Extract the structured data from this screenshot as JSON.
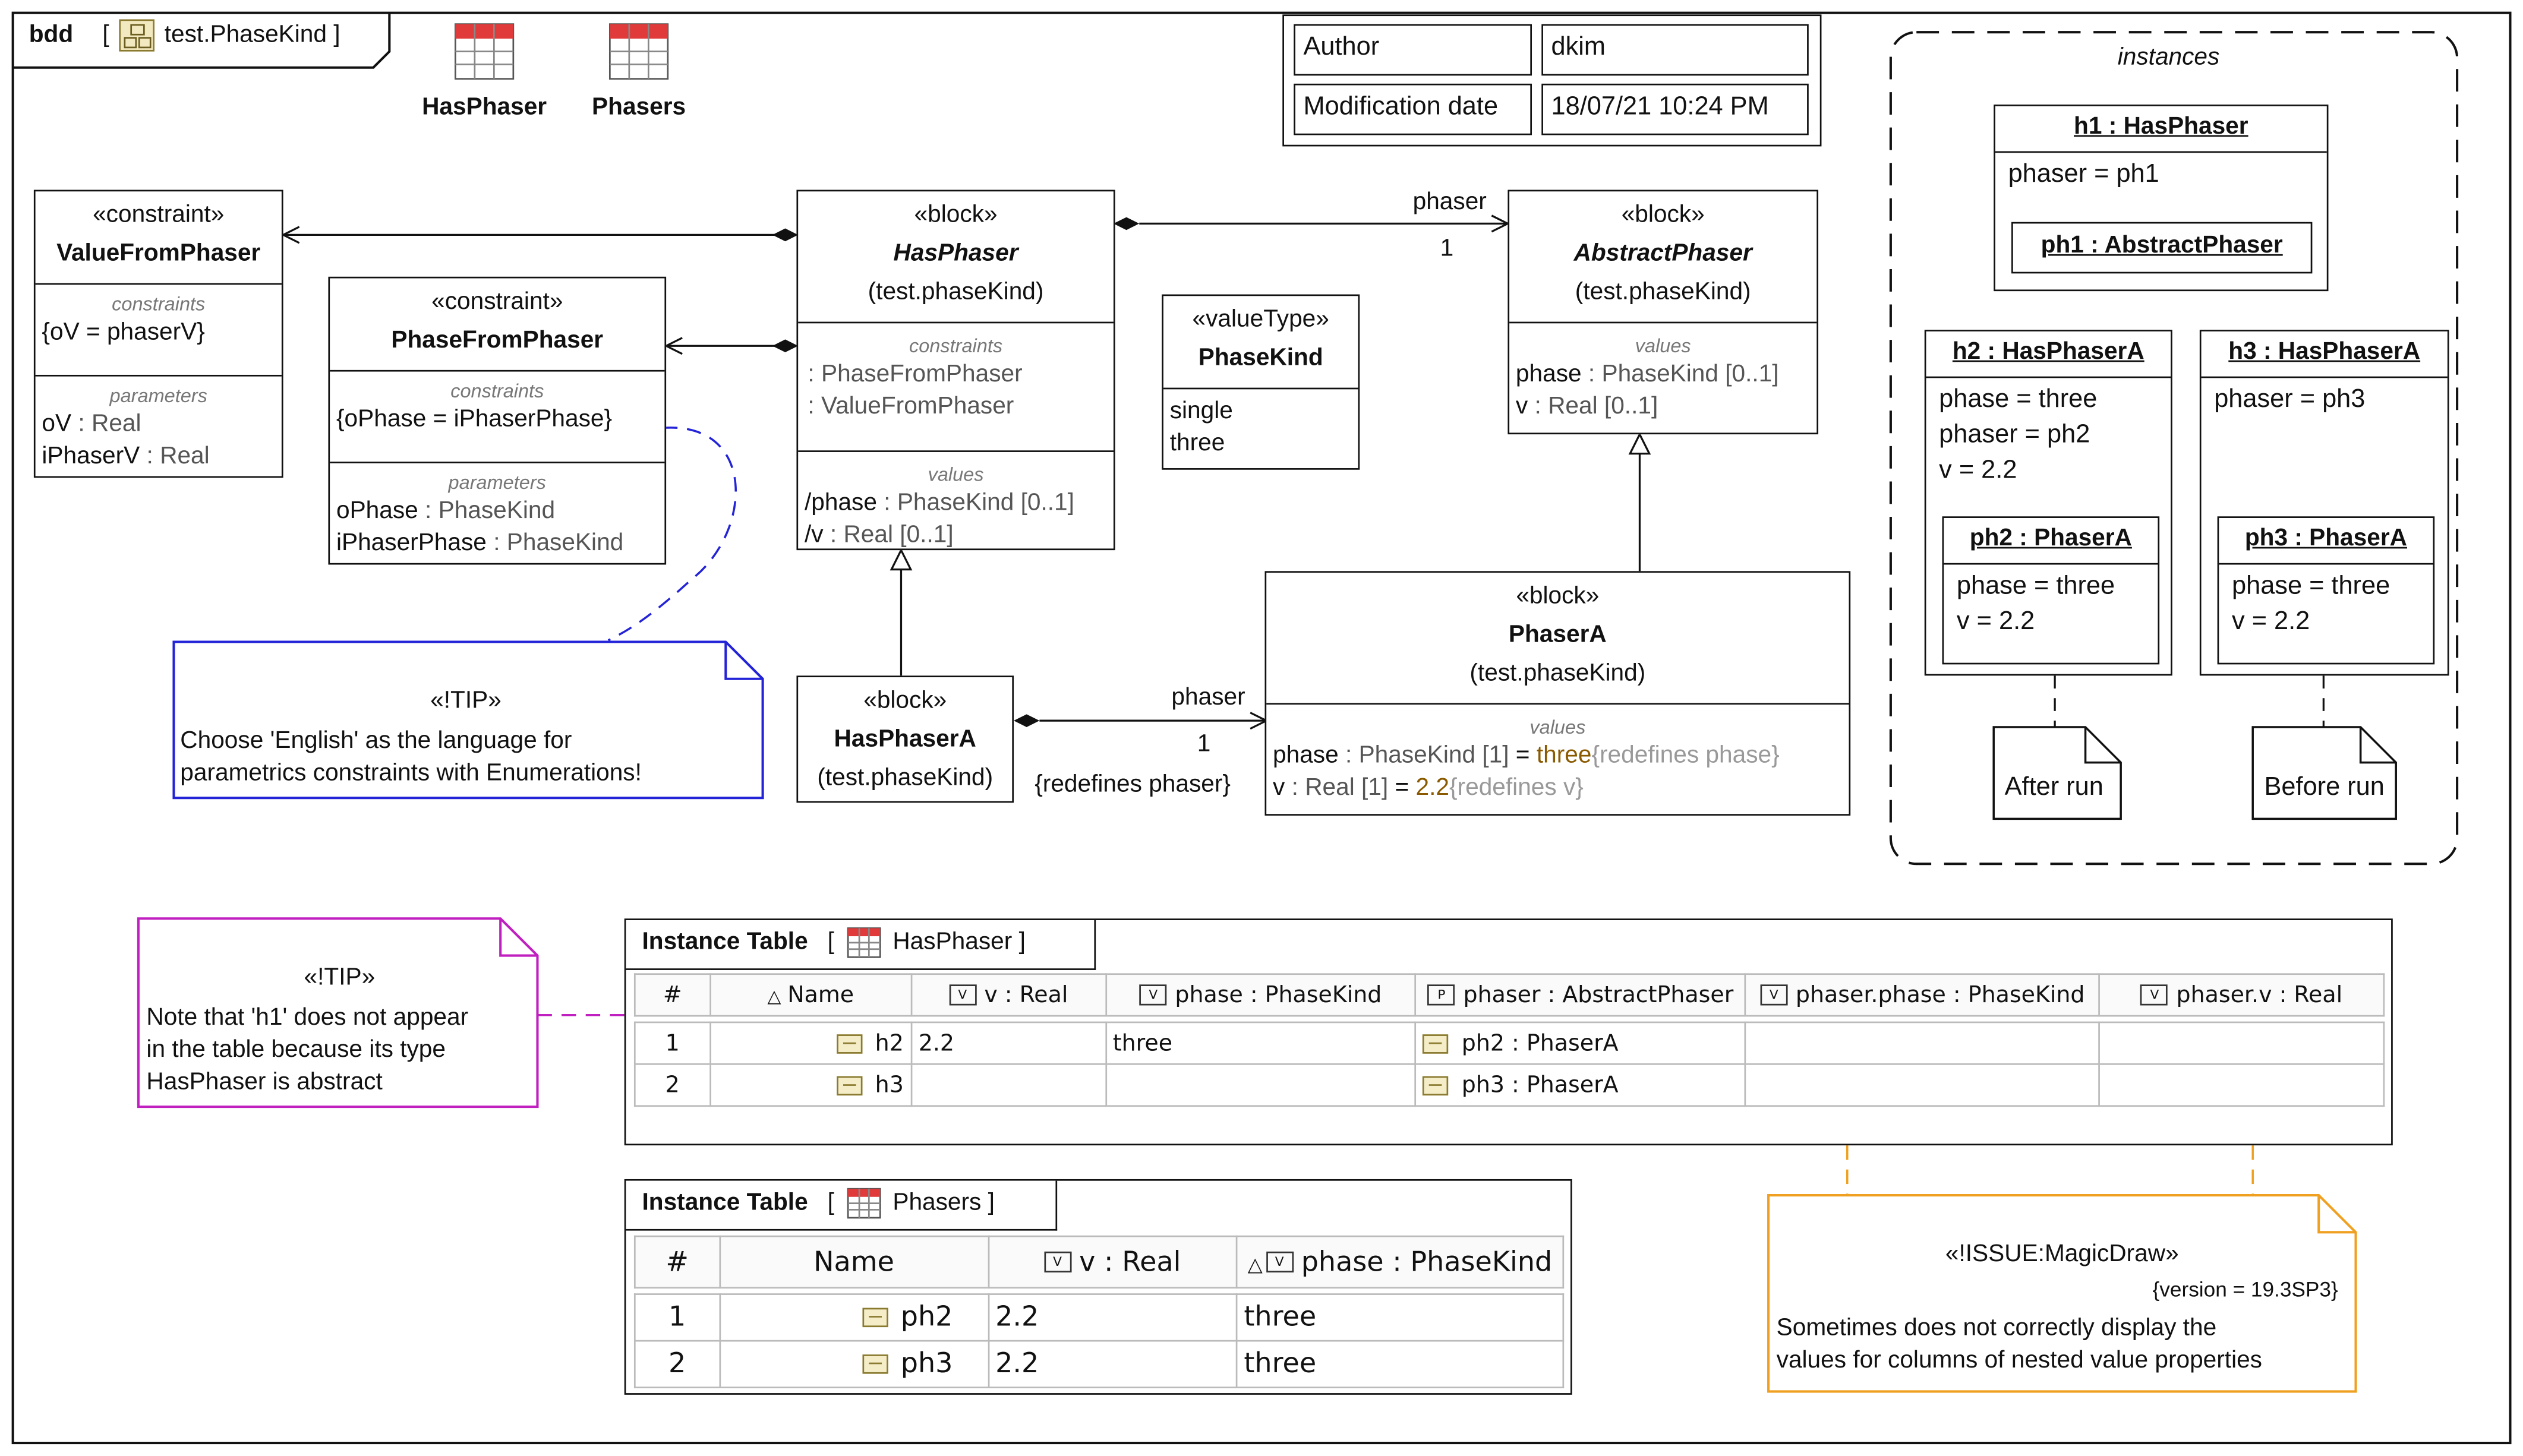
{
  "frame": {
    "kind": "bdd",
    "name": "test.PhaseKind"
  },
  "table_icons": [
    {
      "label": "HasPhaser"
    },
    {
      "label": "Phasers"
    }
  ],
  "metadata": {
    "author_label": "Author",
    "author_value": "dkim",
    "date_label": "Modification date",
    "date_value": "18/07/21 10:24 PM"
  },
  "constraint_value": {
    "stereotype": "«constraint»",
    "name": "ValueFromPhaser",
    "constraints_label": "constraints",
    "constraint": "{oV = phaserV}",
    "parameters_label": "parameters",
    "params": [
      {
        "name": "oV",
        "type": " : Real"
      },
      {
        "name": "iPhaserV",
        "type": " : Real"
      }
    ]
  },
  "constraint_phase": {
    "stereotype": "«constraint»",
    "name": "PhaseFromPhaser",
    "constraints_label": "constraints",
    "constraint": "{oPhase = iPhaserPhase}",
    "parameters_label": "parameters",
    "params": [
      {
        "name": "oPhase",
        "type": " : PhaseKind"
      },
      {
        "name": "iPhaserPhase",
        "type": " : PhaseKind"
      }
    ]
  },
  "block_hasphaser": {
    "stereotype": "«block»",
    "name": "HasPhaser",
    "package": "(test.phaseKind)",
    "constraints_label": "constraints",
    "constraints": [
      ": PhaseFromPhaser",
      ": ValueFromPhaser"
    ],
    "values_label": "values",
    "values": [
      {
        "name": "/phase",
        "type": " : PhaseKind [0..1]"
      },
      {
        "name": "/v",
        "type": " : Real [0..1]"
      }
    ]
  },
  "valuetype_phasekind": {
    "stereotype": "«valueType»",
    "name": "PhaseKind",
    "literals": [
      "single",
      "three"
    ]
  },
  "block_abstractphaser": {
    "stereotype": "«block»",
    "name": "AbstractPhaser",
    "package": "(test.phaseKind)",
    "values_label": "values",
    "values": [
      {
        "name": "phase",
        "type": " : PhaseKind [0..1]"
      },
      {
        "name": "v",
        "type": " : Real [0..1]"
      }
    ]
  },
  "block_hasphasera": {
    "stereotype": "«block»",
    "name": "HasPhaserA",
    "package": "(test.phaseKind)"
  },
  "block_phasera": {
    "stereotype": "«block»",
    "name": "PhaserA",
    "package": "(test.phaseKind)",
    "values_label": "values",
    "values": [
      {
        "name": "phase",
        "type": " : PhaseKind [1]",
        "eq": " = ",
        "val": "three",
        "note": "{redefines phase}"
      },
      {
        "name": "v",
        "type": " : Real [1]",
        "eq": " = ",
        "val": "2.2",
        "note": "{redefines v}"
      }
    ]
  },
  "assoc": {
    "phaser_role": "phaser",
    "phaser_mult": "1",
    "phaser_a_role": "phaser",
    "phaser_a_mult": "1",
    "phaser_a_redef": "{redefines phaser}"
  },
  "note_tip1": {
    "stereotype": "«!TIP»",
    "text1": "Choose 'English' as the language for",
    "text2": "parametrics constraints with Enumerations!"
  },
  "instances": {
    "title": "instances",
    "h1": {
      "title": "h1 : HasPhaser",
      "slot": "phaser = ph1",
      "nested": "ph1 : AbstractPhaser"
    },
    "h2": {
      "title": "h2 : HasPhaserA",
      "slots": [
        "phase = three",
        "phaser = ph2",
        "v = 2.2"
      ],
      "nested": "ph2 : PhaserA",
      "nested_slots": [
        "phase = three",
        "v = 2.2"
      ]
    },
    "h3": {
      "title": "h3 : HasPhaserA",
      "slots": [
        "phaser = ph3"
      ],
      "nested": "ph3 : PhaserA",
      "nested_slots": [
        "phase = three",
        "v = 2.2"
      ]
    },
    "after": "After run",
    "before": "Before run"
  },
  "note_tip2": {
    "stereotype": "«!TIP»",
    "lines": [
      "Note that 'h1' does not appear",
      "in the table because its type",
      "HasPhaser is abstract"
    ]
  },
  "table_hasphaser": {
    "tab": "Instance Table",
    "name": "HasPhaser",
    "columns": [
      "#",
      "Name",
      "v : Real",
      "phase : PhaseKind",
      "phaser : AbstractPhaser",
      "phaser.phase : PhaseKind",
      "phaser.v : Real"
    ],
    "rows": [
      [
        "1",
        "h2",
        "2.2",
        "three",
        "ph2 : PhaserA",
        "",
        ""
      ],
      [
        "2",
        "h3",
        "",
        "",
        "ph3 : PhaserA",
        "",
        ""
      ]
    ]
  },
  "table_phasers": {
    "tab": "Instance Table",
    "name": "Phasers",
    "columns": [
      "#",
      "Name",
      "v : Real",
      "phase : PhaseKind"
    ],
    "rows": [
      [
        "1",
        "ph2",
        "2.2",
        "three"
      ],
      [
        "2",
        "ph3",
        "2.2",
        "three"
      ]
    ]
  },
  "note_issue": {
    "stereotype": "«!ISSUE:MagicDraw»",
    "version": "{version = 19.3SP3}",
    "lines": [
      "Sometimes does not correctly display the",
      "values for columns of nested value properties"
    ]
  },
  "colors": {
    "tip_blue": "#2323d8",
    "tip_magenta": "#c020c0",
    "issue_orange": "#f0a020",
    "redefine_value": "#8a5a00",
    "table_icon_red": "#e03a3a"
  }
}
